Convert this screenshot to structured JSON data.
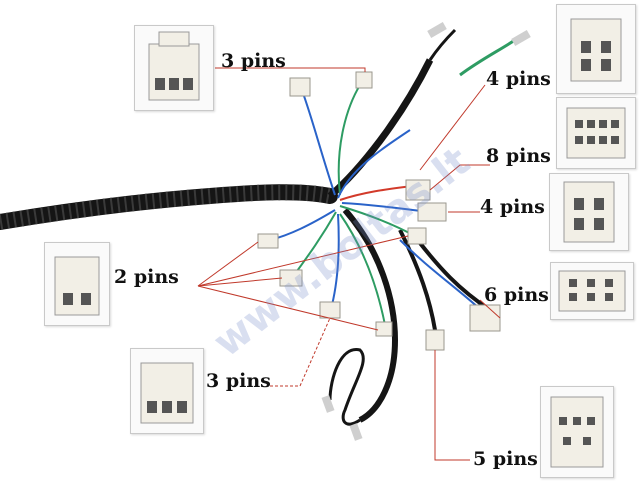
{
  "labels": {
    "pins3_top": "3 pins",
    "pins4_top": "4 pins",
    "pins8": "8 pins",
    "pins4_mid": "4 pins",
    "pins2": "2 pins",
    "pins6": "6 pins",
    "pins3_bottom": "3 pins",
    "pins5": "5 pins"
  },
  "watermark": "www.boltas.lt",
  "colors": {
    "harness": "#151515",
    "pointer_line": "#c0392b",
    "connector": "#f2efe6",
    "wire_blue": "#2a63c9",
    "wire_green": "#2e9c63",
    "wire_red": "#d23a2a"
  }
}
